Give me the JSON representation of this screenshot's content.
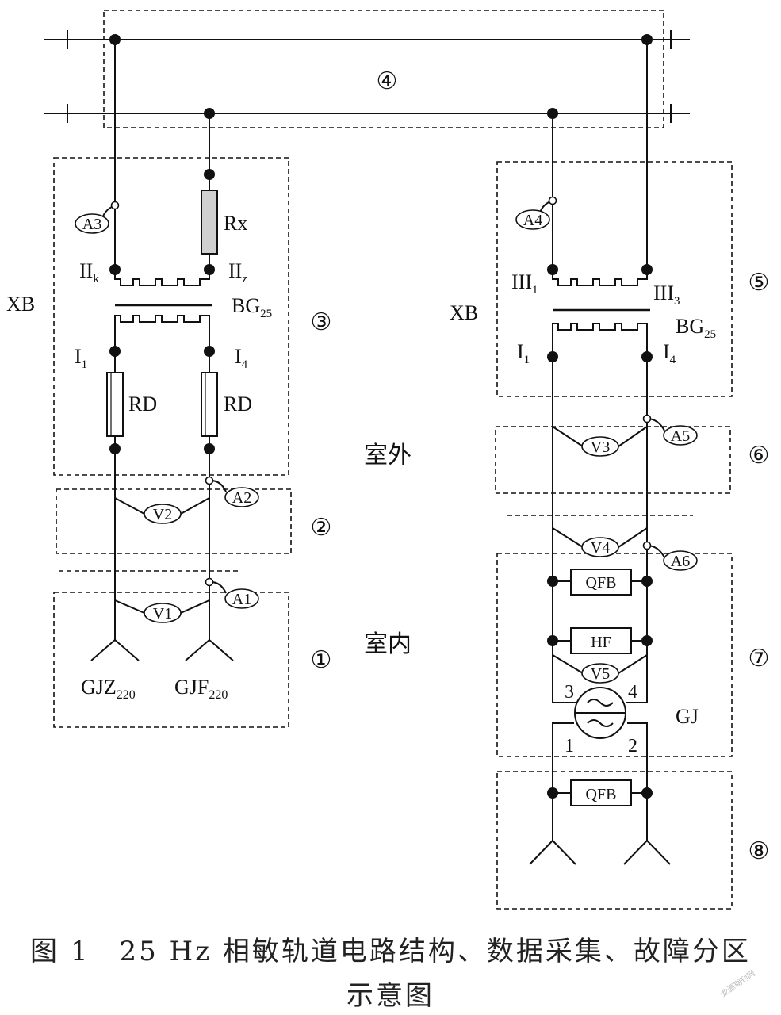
{
  "zones": {
    "z1": "①",
    "z2": "②",
    "z3": "③",
    "z4": "④",
    "z5": "⑤",
    "z6": "⑥",
    "z7": "⑦",
    "z8": "⑧"
  },
  "left": {
    "xb": "XB",
    "rx": "Rx",
    "IIk_main": "II",
    "IIk_sub": "k",
    "IIz_main": "II",
    "IIz_sub": "z",
    "bg_main": "BG",
    "bg_sub": "25",
    "I1_main": "I",
    "I1_sub": "1",
    "I4_main": "I",
    "I4_sub": "4",
    "rd1": "RD",
    "rd2": "RD",
    "A1": "A1",
    "A2": "A2",
    "A3": "A3",
    "V1": "V1",
    "V2": "V2",
    "gjz_main": "GJZ",
    "gjz_sub": "220",
    "gjf_main": "GJF",
    "gjf_sub": "220"
  },
  "right": {
    "xb": "XB",
    "III1_main": "III",
    "III1_sub": "1",
    "III3_main": "III",
    "III3_sub": "3",
    "bg_main": "BG",
    "bg_sub": "25",
    "I1_main": "I",
    "I1_sub": "1",
    "I4_main": "I",
    "I4_sub": "4",
    "A4": "A4",
    "A5": "A5",
    "A6": "A6",
    "V3": "V3",
    "V4": "V4",
    "V5": "V5",
    "qfb1": "QFB",
    "hf": "HF",
    "qfb2": "QFB",
    "gj": "GJ",
    "t1": "1",
    "t2": "2",
    "t3": "3",
    "t4": "4"
  },
  "outdoor": "室外",
  "indoor": "室内",
  "caption": {
    "line1": "图 1　25 Hz 相敏轨道电路结构、数据采集、故障分区",
    "line2": "示意图"
  },
  "watermark": "龙源期刊网"
}
